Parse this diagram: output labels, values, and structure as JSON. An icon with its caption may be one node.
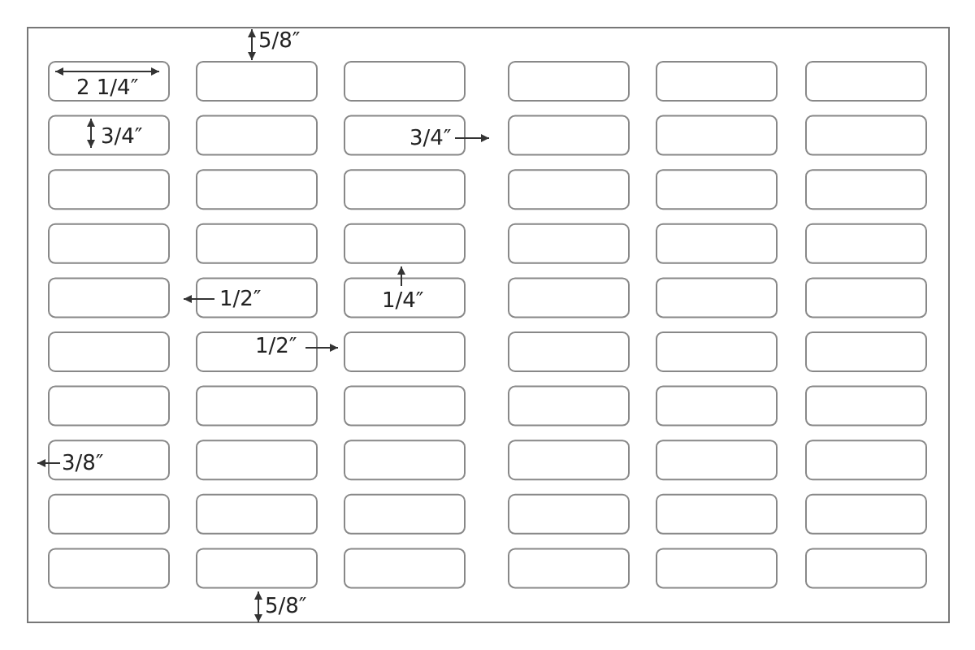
{
  "diagram": {
    "labels": [
      "5/8″",
      "2 1/4″",
      "3/4″",
      "3/4″",
      "1/2″",
      "1/4″",
      "1/2″",
      "3/8″",
      "5/8″"
    ]
  }
}
